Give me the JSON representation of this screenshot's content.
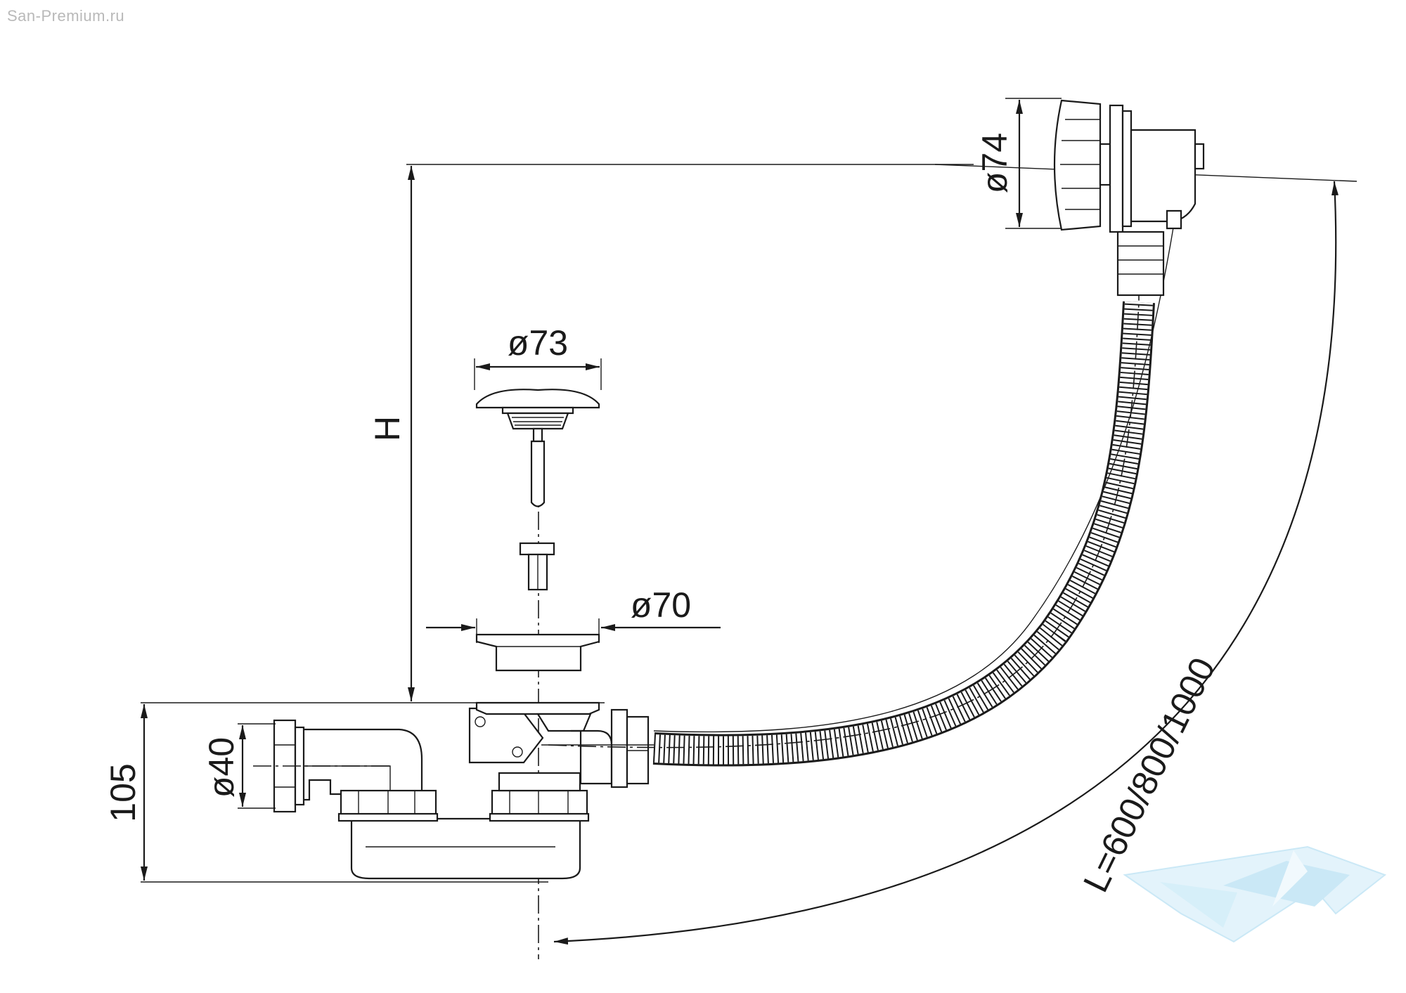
{
  "watermark": "San-Premium.ru",
  "dimensions": {
    "overflow_diameter": "ø74",
    "stopper_diameter": "ø73",
    "strainer_diameter": "ø70",
    "outlet_diameter": "ø40",
    "height_label": "H",
    "trap_height": "105",
    "hose_length": "L=600/800/1000"
  },
  "colors": {
    "line": "#1a1a1a",
    "logo": "#9fd6ef",
    "watermark": "#b9b9b9"
  },
  "icons": {
    "logo": "bath-logo-icon"
  }
}
